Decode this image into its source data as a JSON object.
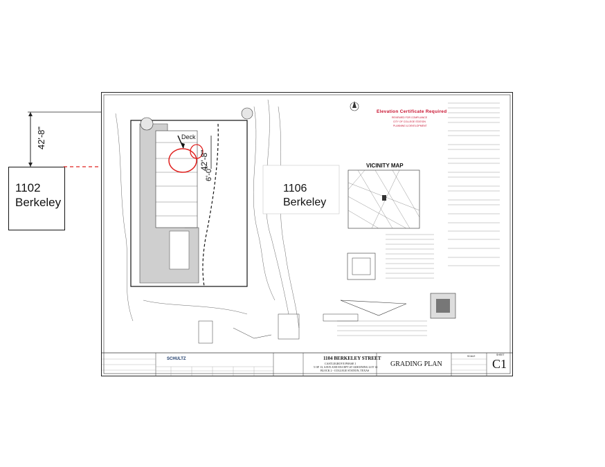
{
  "neighbors": {
    "left": "1102\nBerkeley",
    "right": "1106\nBerkeley"
  },
  "dimensions": {
    "left_offset": "42'-8\"",
    "right_offset": "42'-8\"",
    "deck_offset": "6'-0\""
  },
  "labels": {
    "deck": "Deck"
  },
  "notice": {
    "title": "Elevation Certificate Required",
    "line1": "REVIEWED FOR COMPLIANCE",
    "line2": "CITY OF COLLEGE STATION",
    "line3": "PLANNING & DEVELOPMENT"
  },
  "vicinity": {
    "title": "VICINITY MAP"
  },
  "title_block": {
    "address": "1104 BERKELEY STREET",
    "sub1": "CASTLEGROVE PHASE 1",
    "sub2": "5 OF 13, SAVE AND EXCEPT 20' ADJOINING LOT 14",
    "sub3": "BLOCK 2 - COLLEGE STATION, TEXAS",
    "plan_name": "GRADING PLAN",
    "sheet_label": "SHEET",
    "sheet_no": "C1",
    "scale_label": "SCALE",
    "company": "SCHULTZ"
  }
}
